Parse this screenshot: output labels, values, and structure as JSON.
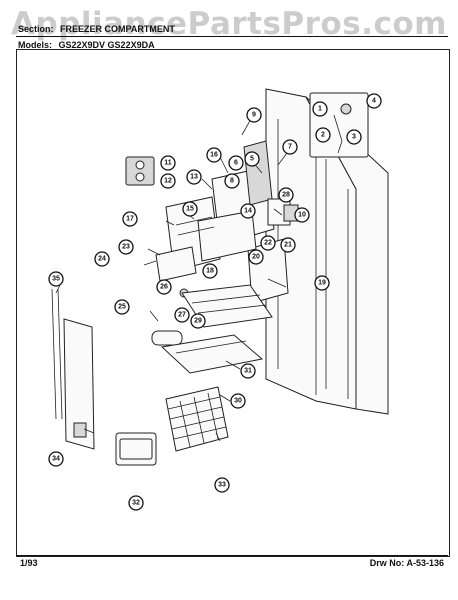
{
  "watermark": "AppliancePartsPros.com",
  "header": {
    "section_label": "Section:",
    "section_value": "FREEZER COMPARTMENT",
    "models_label": "Models:",
    "models_value": "GS22X9DV   GS22X9DA"
  },
  "callouts": [
    "1",
    "2",
    "3",
    "4",
    "5",
    "6",
    "7",
    "8",
    "9",
    "10",
    "11",
    "12",
    "13",
    "14",
    "15",
    "16",
    "17",
    "18",
    "19",
    "20",
    "21",
    "22",
    "23",
    "24",
    "25",
    "26",
    "27",
    "28",
    "29",
    "30",
    "31",
    "32",
    "33",
    "34",
    "35"
  ],
  "footer": {
    "date": "1/93",
    "drawing_label": "Drw No:",
    "drawing_number": "A-53-136"
  }
}
